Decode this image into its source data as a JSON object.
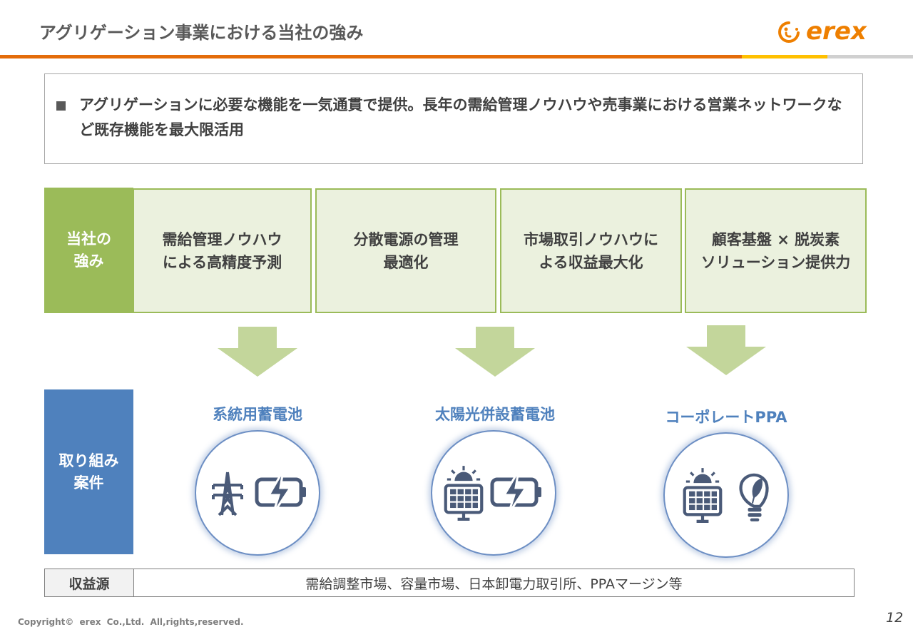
{
  "header": {
    "title": "アグリゲーション事業における当社の強み",
    "logo_text": "erex"
  },
  "summary": {
    "text": "アグリゲーションに必要な機能を一気通貫で提供。長年の需給管理ノウハウや売事業における営業ネットワークなど既存機能を最大限活用"
  },
  "strengths": {
    "label": "当社の\n強み",
    "items": [
      "需給管理ノウハウ\nによる高精度予測",
      "分散電源の管理\n最適化",
      "市場取引ノウハウに\nよる収益最大化",
      "顧客基盤 × 脱炭素\nソリューション提供力"
    ]
  },
  "projects": {
    "label": "取り組み\n案件",
    "items": [
      {
        "title": "系統用蓄電池",
        "icons": [
          "transmission-tower-icon",
          "battery-charging-icon"
        ]
      },
      {
        "title": "太陽光併設蓄電池",
        "icons": [
          "solar-panel-icon",
          "battery-charging-icon"
        ]
      },
      {
        "title": "コーポレートPPA",
        "icons": [
          "solar-panel-icon",
          "eco-lightbulb-icon"
        ]
      }
    ]
  },
  "revenue": {
    "label": "収益源",
    "value": "需給調整市場、容量市場、日本卸電力取引所、PPAマージン等"
  },
  "footer": {
    "copyright": "Copyright©  erex Co.,Ltd.  All,rights,reserved.",
    "page": "12"
  },
  "colors": {
    "orange": "#e46c0a",
    "yellow": "#ffc000",
    "green": "#9bbb59",
    "lightgreen": "#ebf1de",
    "arrow": "#c3d69b",
    "blue": "#4f81bd",
    "icon": "#4a5a78"
  }
}
